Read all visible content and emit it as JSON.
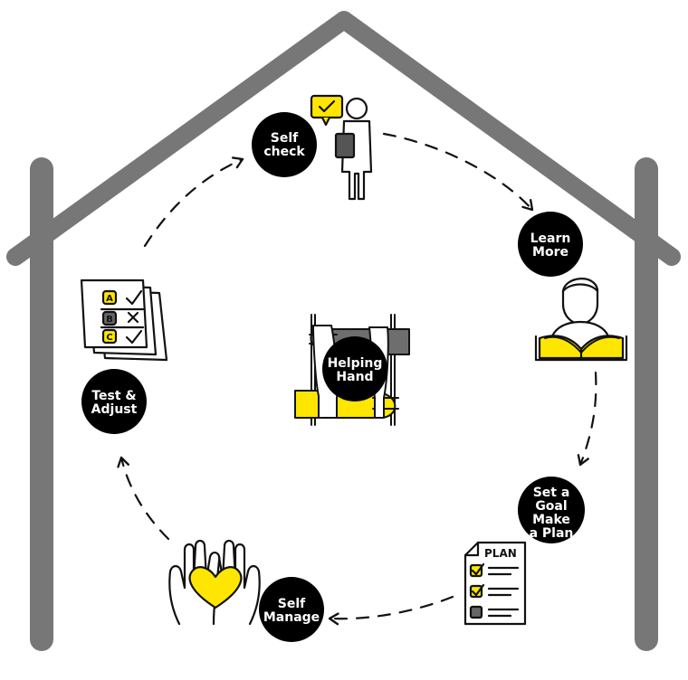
{
  "colors": {
    "house": "#777777",
    "accent": "#ffe600",
    "ink": "#111111",
    "badge": "#000000",
    "badge_text": "#ffffff",
    "gray_hand": "#6e6e6e"
  },
  "center": {
    "lines": [
      "Helping",
      "Hand"
    ],
    "icon": "joined-hands-icon"
  },
  "steps": [
    {
      "id": "self-check",
      "lines": [
        "Self",
        "check"
      ],
      "icon": "person-with-clipboard-icon"
    },
    {
      "id": "learn-more",
      "lines": [
        "Learn",
        "More"
      ],
      "icon": "person-reading-book-icon"
    },
    {
      "id": "set-a-goal",
      "lines": [
        "Set a",
        "Goal",
        "Make",
        "a Plan"
      ],
      "icon": "plan-checklist-icon"
    },
    {
      "id": "self-manage",
      "lines": [
        "Self",
        "Manage"
      ],
      "icon": "hands-holding-heart-icon"
    },
    {
      "id": "test-adjust",
      "lines": [
        "Test &",
        "Adjust"
      ],
      "icon": "quiz-sheet-icon"
    }
  ],
  "plan_doc": {
    "title": "PLAN"
  },
  "quiz": {
    "options": [
      "A",
      "B",
      "C"
    ]
  }
}
